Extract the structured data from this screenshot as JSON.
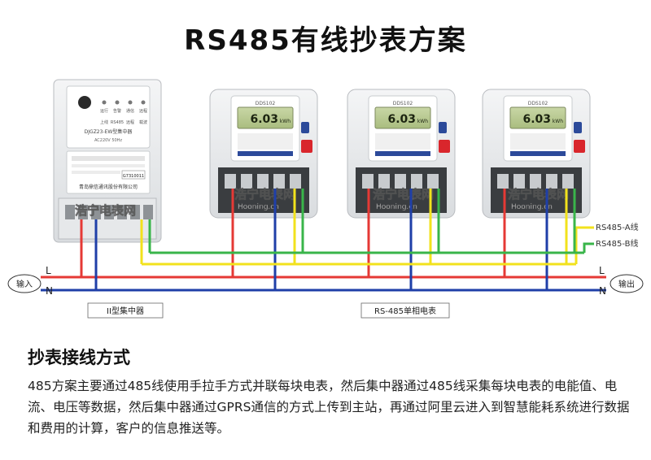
{
  "title": "RS485有线抄表方案",
  "concentrator": {
    "model": "DJGZ23-EW型集中器",
    "voltage": "AC220V 50Hz",
    "lamps": [
      "运行",
      "告警",
      "通信",
      "远程"
    ],
    "lamps2": [
      "上线",
      "RS485",
      "远程",
      "载波"
    ],
    "brand": "青岛鼎信通讯股份有限公司",
    "barcode": "G7310011",
    "caption": "II型集中器"
  },
  "meter": {
    "model": "DDS102",
    "lcd_value": "6.03",
    "lcd_unit": "kWh",
    "brand_stamp": "浩宁电表",
    "caption": "RS-485单相电表",
    "count": 3
  },
  "watermark": {
    "cn": "浩宁电表网",
    "en": "Hooning.cn"
  },
  "wires": {
    "L_label": "L",
    "N_label": "N",
    "a_label": "RS485-A线",
    "b_label": "RS485-B线",
    "L_color": "#e53935",
    "N_color": "#1f3fa8",
    "A_color": "#f2e21c",
    "B_color": "#39b54a"
  },
  "terminals": {
    "input": "输入",
    "output": "输出"
  },
  "section": {
    "title": "抄表接线方式",
    "description": "485方案主要通过485线使用手拉手方式并联每块电表，然后集中器通过485线采集每块电表的电能值、电流、电压等数据，然后集中器通过GPRS通信的方式上传到主站，再通过阿里云进入到智慧能耗系统进行数据和费用的计算，客户的信息推送等。"
  }
}
